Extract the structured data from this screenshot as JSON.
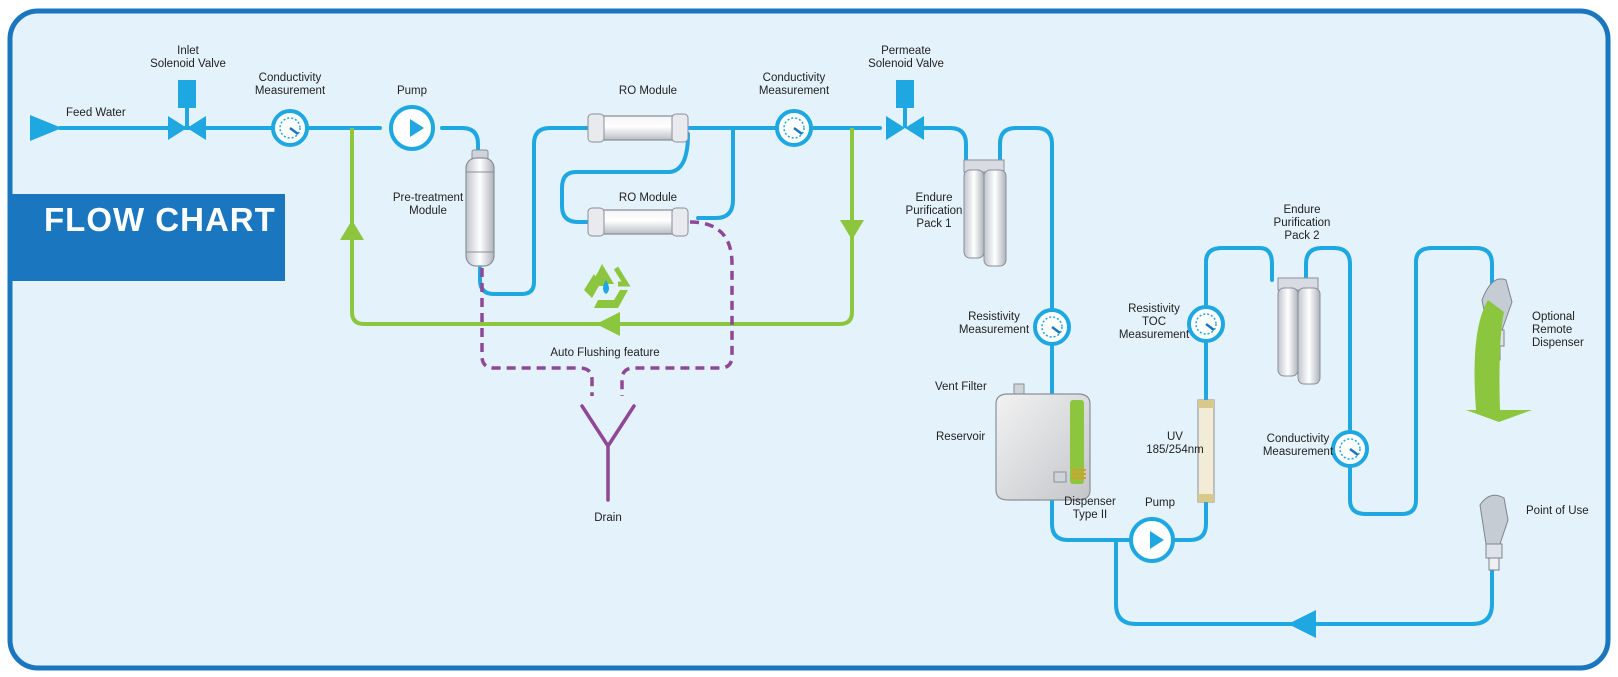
{
  "title": "FLOW CHART",
  "colors": {
    "background": "#e4f2fb",
    "border": "#1a76bf",
    "water_line": "#1ea7e1",
    "recirculation_line": "#8cc63f",
    "flush_line": "#8e4896",
    "drain_line": "#8e4896",
    "title_box": "#1a76bf"
  },
  "labels": {
    "feed_water": "Feed Water",
    "inlet_valve": "Inlet\nSolenoid Valve",
    "conductivity_1": "Conductivity\nMeasurement",
    "pump_1": "Pump",
    "pretreatment": "Pre-treatment\nModule",
    "ro_module_1": "RO Module",
    "ro_module_2": "RO Module",
    "conductivity_2": "Conductivity\nMeasurement",
    "permeate_valve": "Permeate\nSolenoid Valve",
    "endure_pack_1": "Endure\nPurification\nPack 1",
    "auto_flushing": "Auto Flushing feature",
    "drain": "Drain",
    "resistivity_1": "Resistivity\nMeasurement",
    "vent_filter": "Vent Filter",
    "reservoir": "Reservoir",
    "dispenser_type2": "Dispenser\nType II",
    "pump_2": "Pump",
    "uv": "UV\n185/254nm",
    "resistivity_toc": "Resistivity\nTOC\nMeasurement",
    "endure_pack_2": "Endure\nPurification\nPack 2",
    "conductivity_3": "Conductivity\nMeasurement",
    "optional_dispenser": "Optional\nRemote\nDispenser",
    "point_of_use": "Point of Use"
  }
}
